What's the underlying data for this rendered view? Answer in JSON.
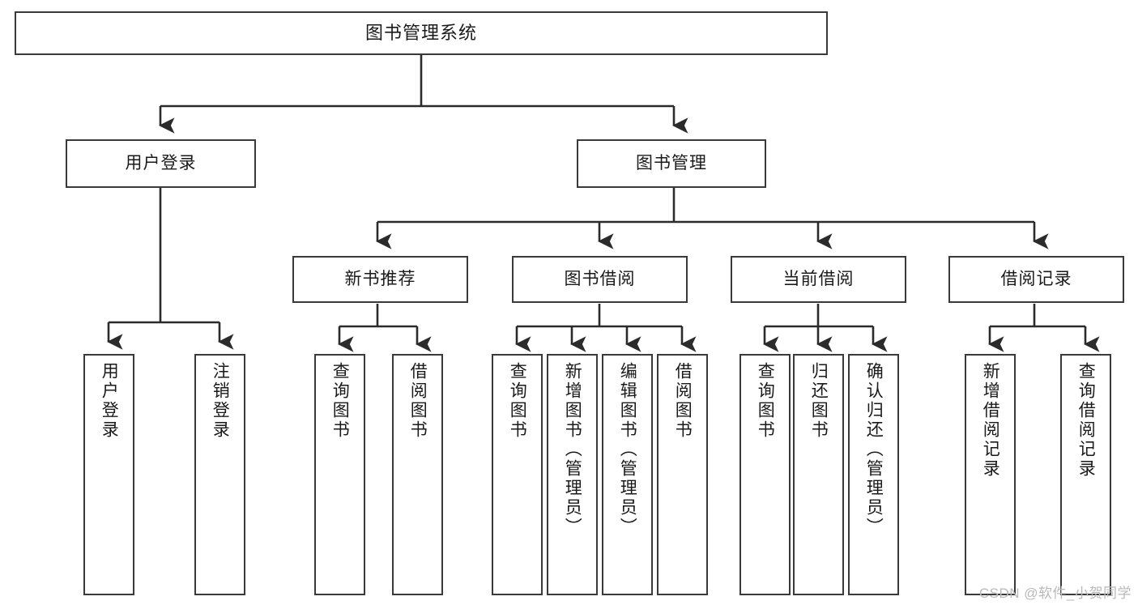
{
  "diagram": {
    "type": "tree-hierarchy-chart",
    "title": "图书管理系统",
    "colors": {
      "box_border": "#3a3a3a",
      "box_fill": "#ffffff",
      "connector": "#2b2b2b",
      "text": "#1a1a1a",
      "watermark": "#b9b9b9",
      "background": "#ffffff"
    },
    "root": {
      "label": "图书管理系统"
    },
    "level2": [
      {
        "label": "用户登录"
      },
      {
        "label": "图书管理"
      }
    ],
    "level3": [
      {
        "label": "新书推荐"
      },
      {
        "label": "图书借阅"
      },
      {
        "label": "当前借阅"
      },
      {
        "label": "借阅记录"
      }
    ],
    "leaves": {
      "user_login": [
        {
          "label": "用户登录"
        },
        {
          "label": "注销登录"
        }
      ],
      "new_book_recommend": [
        {
          "label": "查询图书"
        },
        {
          "label": "借阅图书"
        }
      ],
      "book_borrow": [
        {
          "label": "查询图书"
        },
        {
          "label": "新增图书（管理员）"
        },
        {
          "label": "编辑图书（管理员）"
        },
        {
          "label": "借阅图书"
        }
      ],
      "current_borrow": [
        {
          "label": "查询图书"
        },
        {
          "label": "归还图书"
        },
        {
          "label": "确认归还（管理员）"
        }
      ],
      "borrow_record": [
        {
          "label": "新增借阅记录"
        },
        {
          "label": "查询借阅记录"
        }
      ]
    },
    "watermark": "CSDN @软件_小贺同学"
  }
}
